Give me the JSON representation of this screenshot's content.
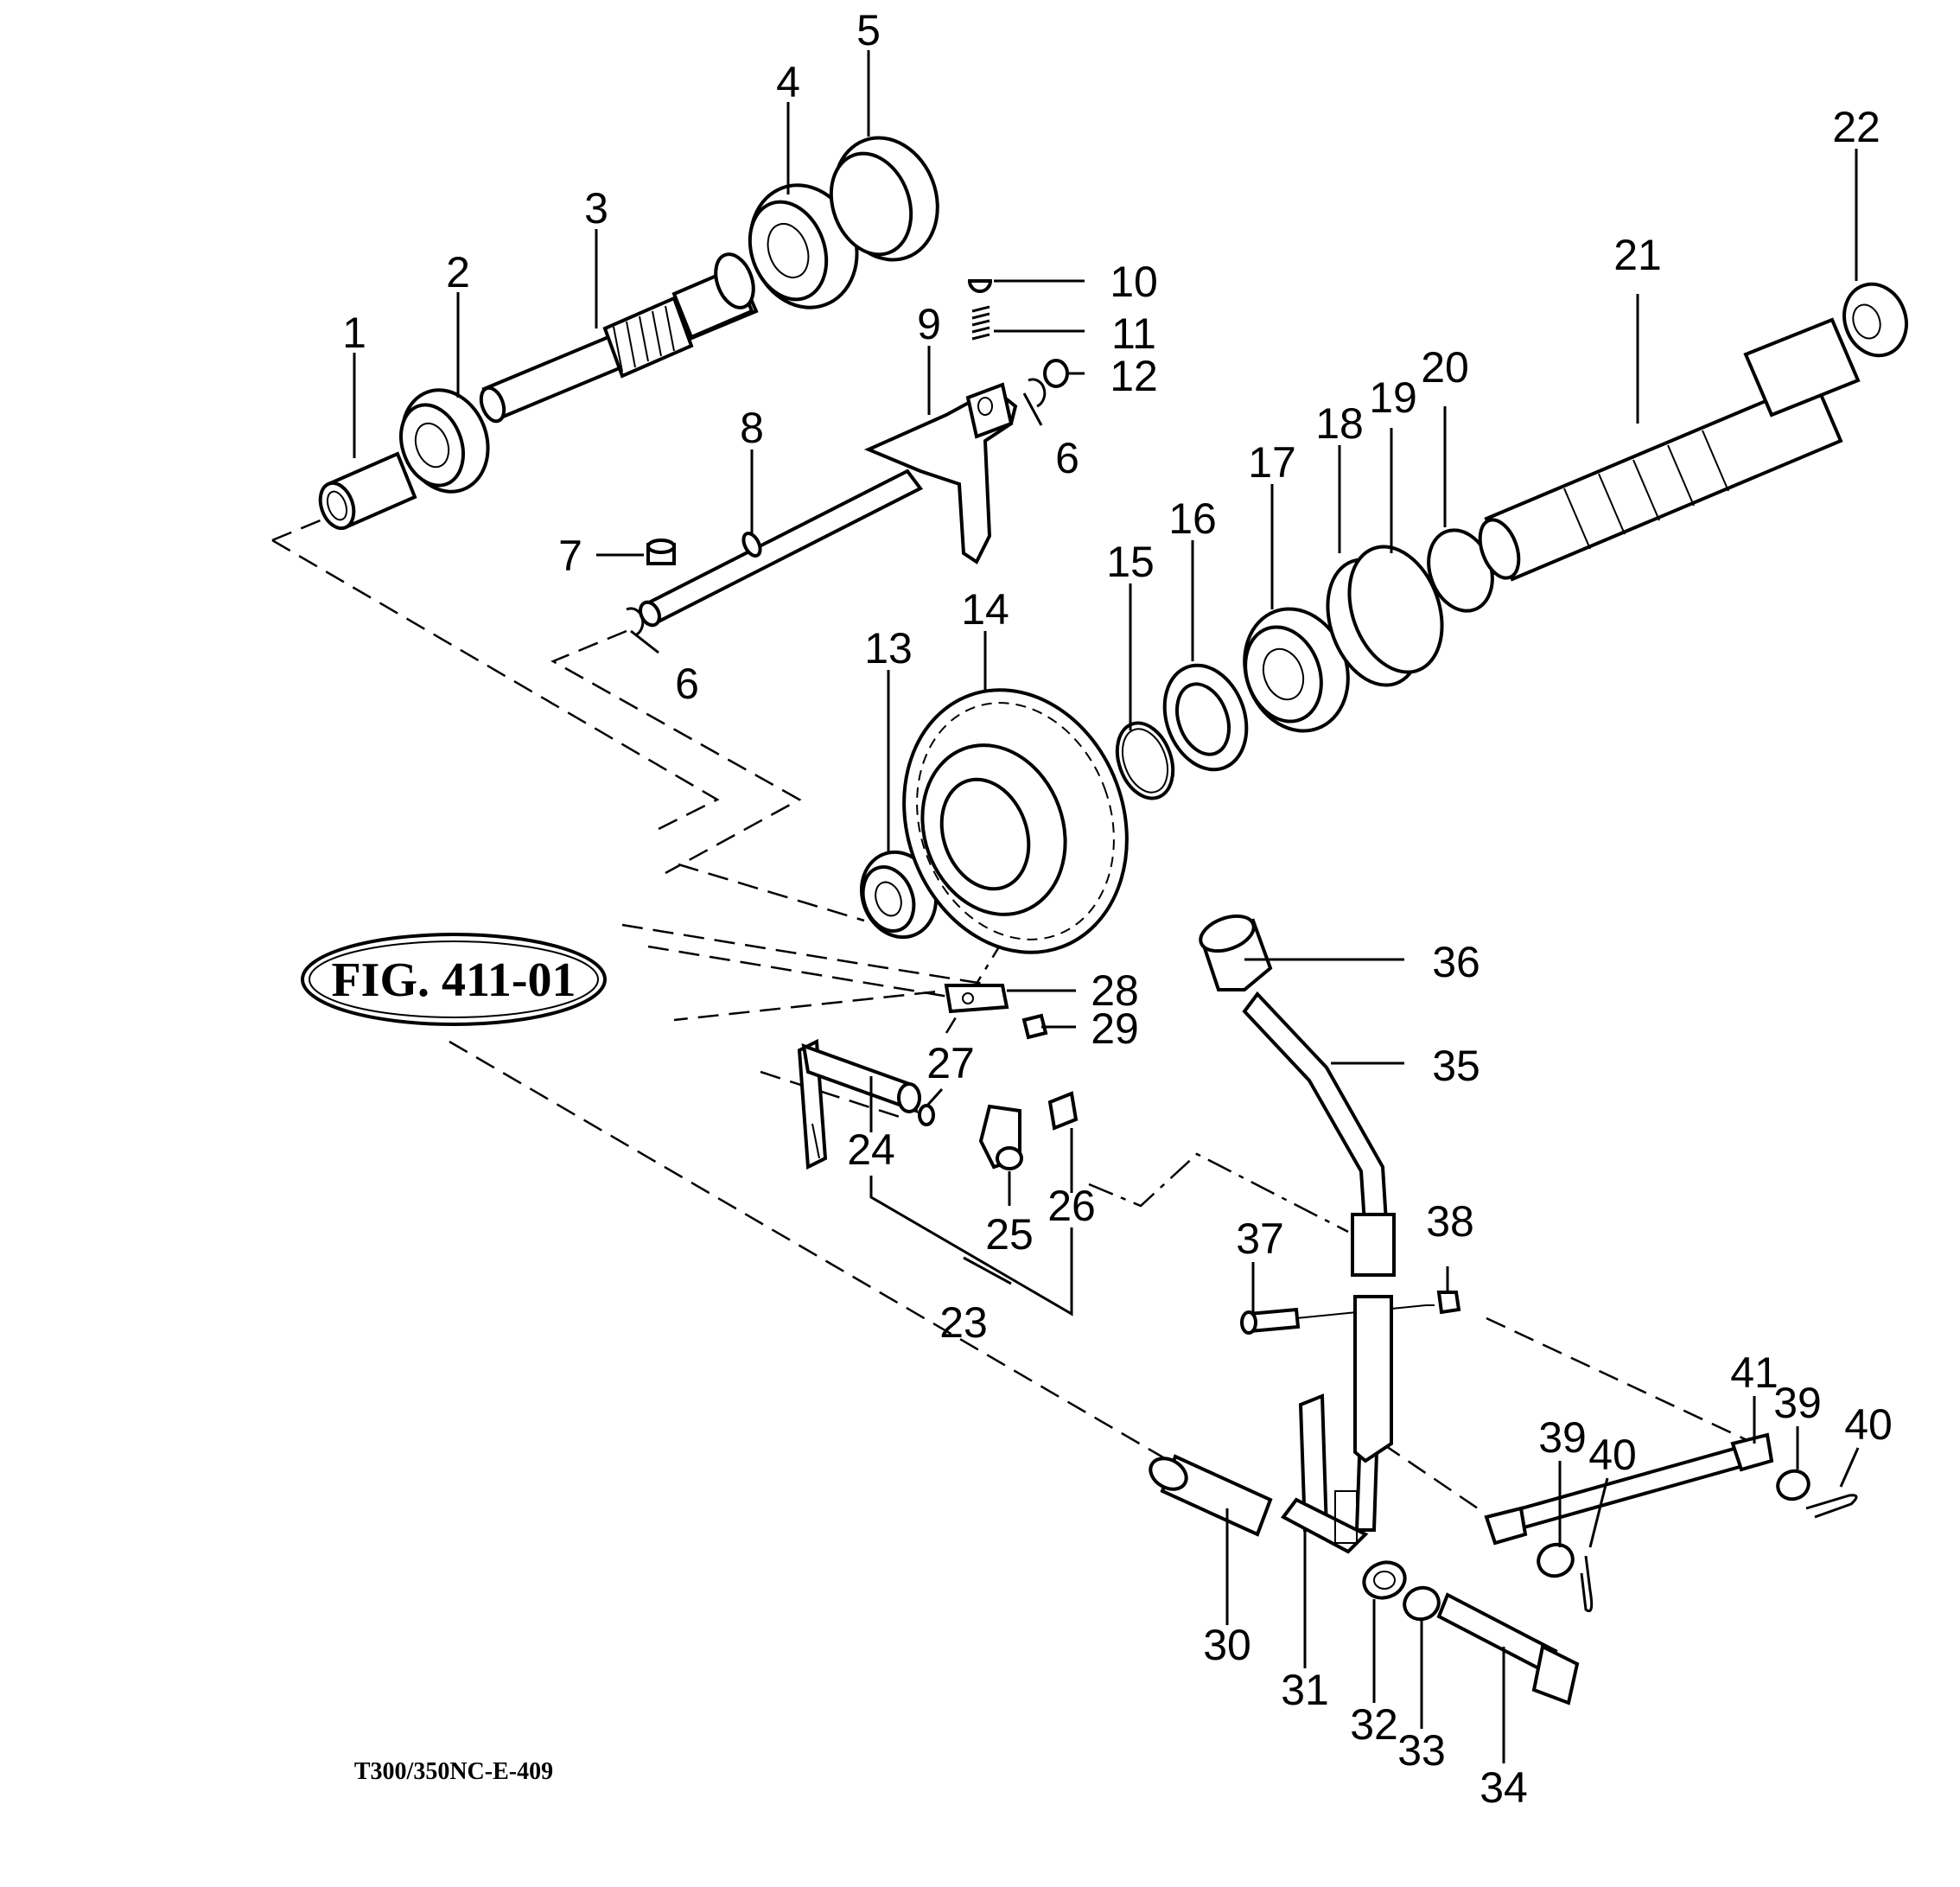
{
  "figure": {
    "title": "FIG. 411-01",
    "code": "T300/350NC-E-409"
  },
  "labels": {
    "l1": "1",
    "l2": "2",
    "l3": "3",
    "l4": "4",
    "l5": "5",
    "l6a": "6",
    "l6b": "6",
    "l7": "7",
    "l8": "8",
    "l9": "9",
    "l10": "10",
    "l11": "11",
    "l12": "12",
    "l13": "13",
    "l14": "14",
    "l15": "15",
    "l16": "16",
    "l17": "17",
    "l18": "18",
    "l19": "19",
    "l20": "20",
    "l21": "21",
    "l22": "22",
    "l23": "23",
    "l24": "24",
    "l25": "25",
    "l26": "26",
    "l27": "27",
    "l28": "28",
    "l29": "29",
    "l30": "30",
    "l31": "31",
    "l32": "32",
    "l33": "33",
    "l34": "34",
    "l35": "35",
    "l36": "36",
    "l37": "37",
    "l38": "38",
    "l39a": "39",
    "l39b": "39",
    "l40a": "40",
    "l40b": "40",
    "l41": "41"
  }
}
